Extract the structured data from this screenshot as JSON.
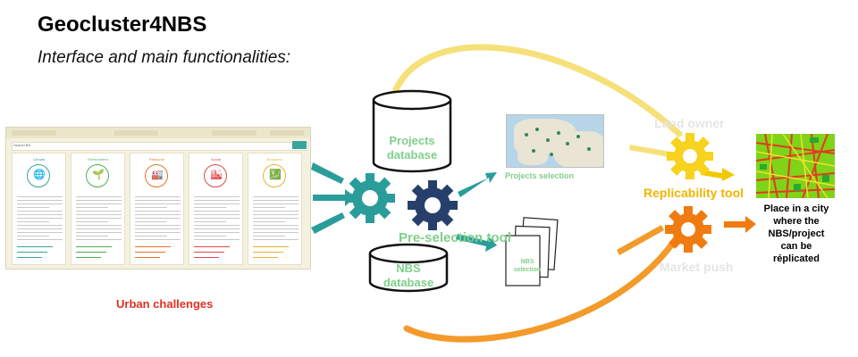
{
  "header": {
    "title": "Geocluster4NBS",
    "subtitle": "Interface and main functionalities:"
  },
  "labels": {
    "urban_challenges": "Urban challenges",
    "projects_database_line1": "Projects",
    "projects_database_line2": "database",
    "nbs_database_line1": "NBS",
    "nbs_database_line2": "database",
    "preselection_tool": "Pre-selection tool",
    "projects_selection": "Projects selection",
    "nbs_selection_line1": "NBS",
    "nbs_selection_line2": "selection",
    "land_owner": "Land owner",
    "replicability_tool": "Replicability tool",
    "market_push": "Market push",
    "place_line1": "Place in a city",
    "place_line2": "where the",
    "place_line3": "NBS/project",
    "place_line4": "can be",
    "place_line5": "réplicated"
  },
  "screenshot": {
    "search_label": "Search BS",
    "cards": [
      {
        "title": "Climate",
        "color": "#3aa39b",
        "icon": "globe-icon",
        "glyph": "🌐"
      },
      {
        "title": "Environment",
        "color": "#4caf50",
        "icon": "plant-icon",
        "glyph": "🌱"
      },
      {
        "title": "Resource",
        "color": "#e8732a",
        "icon": "factory-icon",
        "glyph": "🏭"
      },
      {
        "title": "Social",
        "color": "#e04848",
        "icon": "city-icon",
        "glyph": "🏙"
      },
      {
        "title": "Economic",
        "color": "#e8b330",
        "icon": "growth-icon",
        "glyph": "💹"
      }
    ]
  },
  "colors": {
    "teal_gear": "#2a9d9a",
    "navy_gear": "#27406b",
    "yellow_gear": "#f7d21e",
    "orange_gear": "#f07b10",
    "yellow_curve": "#f6e07a",
    "orange_curve": "#f39a2a",
    "green_label": "#7fcf8a",
    "red_label": "#e03020"
  }
}
